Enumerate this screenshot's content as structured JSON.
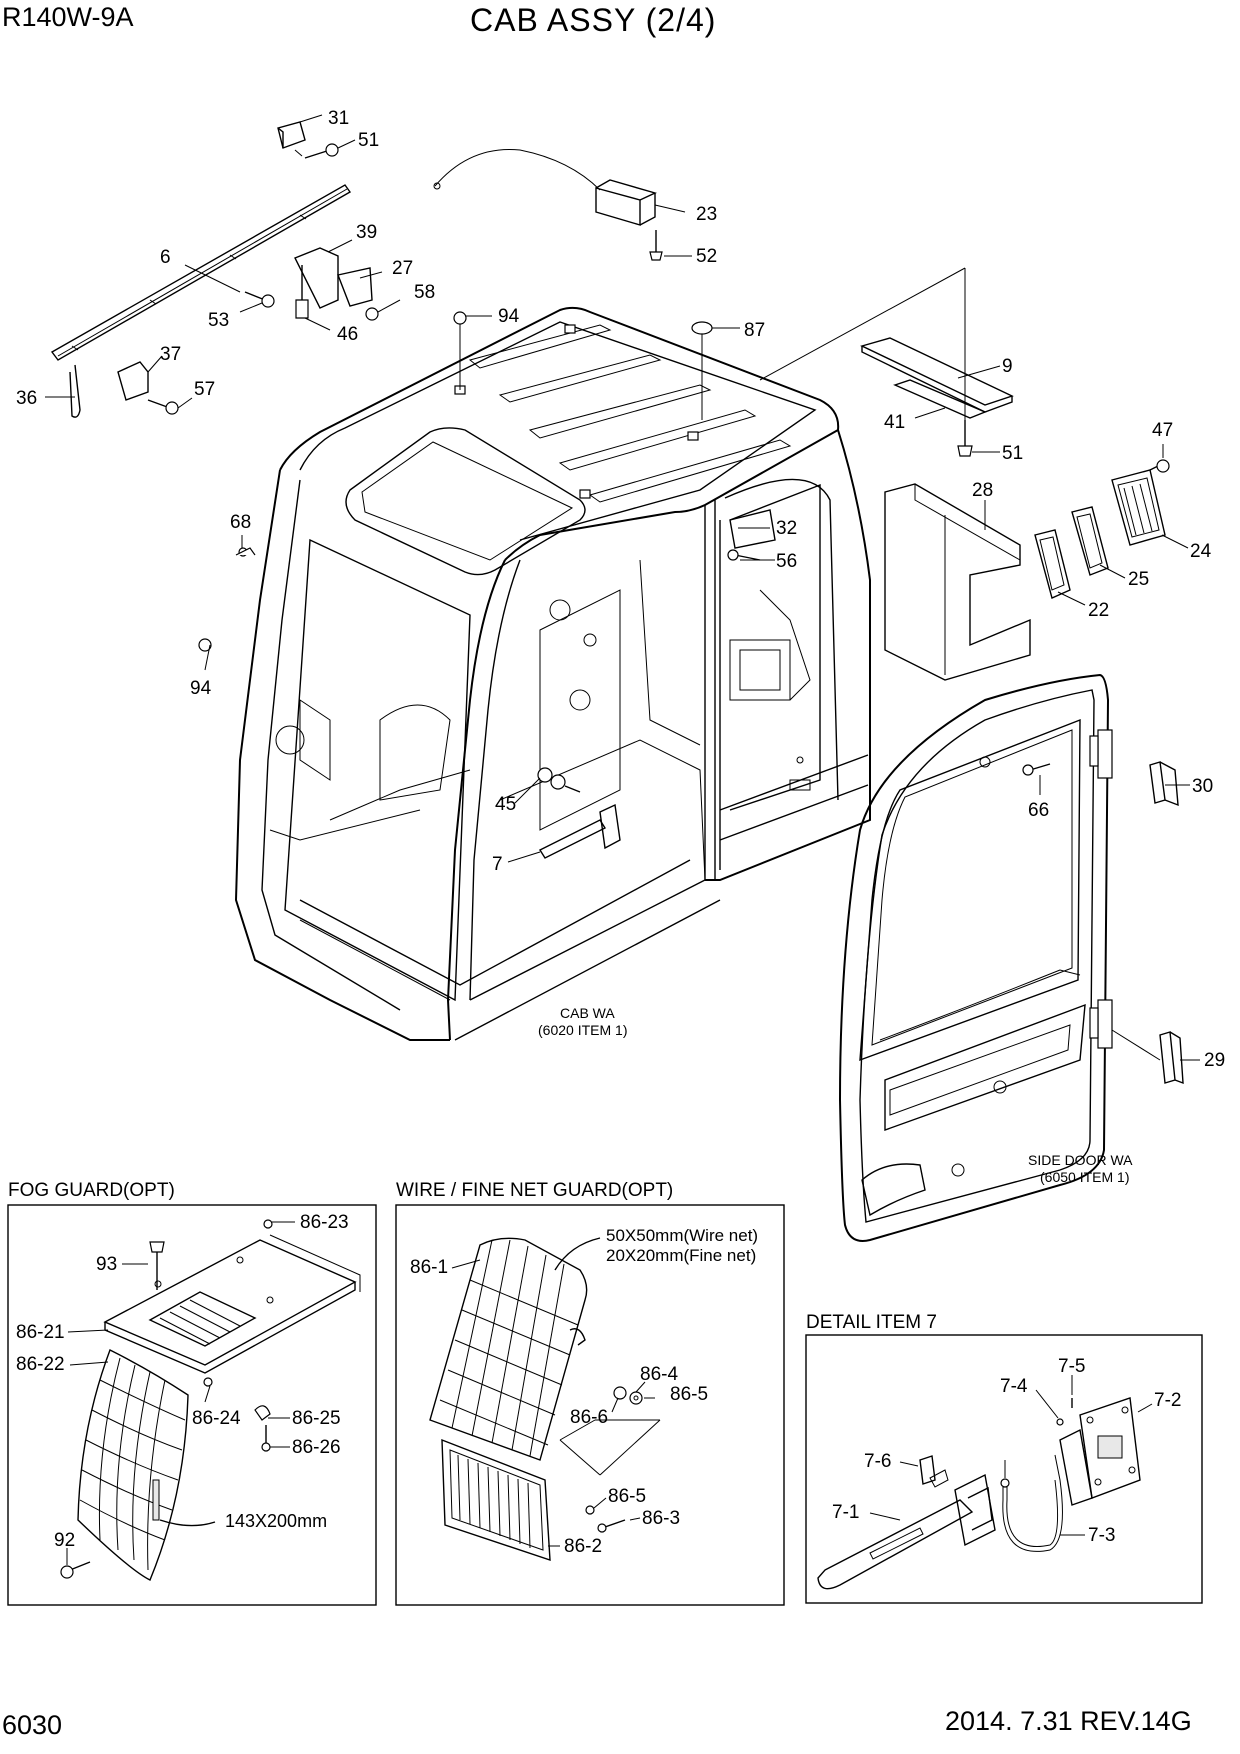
{
  "header": {
    "model": "R140W-9A",
    "title": "CAB ASSY (2/4)",
    "page_number": "6030",
    "revision": "2014. 7.31  REV.14G"
  },
  "main_view": {
    "callouts": [
      "31",
      "51",
      "23",
      "52",
      "6",
      "39",
      "27",
      "58",
      "53",
      "46",
      "94",
      "87",
      "9",
      "37",
      "57",
      "36",
      "41",
      "51",
      "47",
      "28",
      "24",
      "68",
      "32",
      "56",
      "25",
      "22",
      "94",
      "30",
      "66",
      "45",
      "7",
      "29"
    ],
    "cab_label": [
      "CAB WA",
      "(6020 ITEM 1)"
    ],
    "door_label": [
      "SIDE DOOR WA",
      "(6050 ITEM 1)"
    ]
  },
  "fog_guard": {
    "title": "FOG GUARD(OPT)",
    "callouts": [
      "86-23",
      "93",
      "86-21",
      "86-22",
      "86-24",
      "86-25",
      "86-26",
      "92"
    ],
    "dimension": "143X200mm"
  },
  "wire_guard": {
    "title": "WIRE / FINE NET GUARD(OPT)",
    "callouts": [
      "86-1",
      "86-4",
      "86-5",
      "86-6",
      "86-5",
      "86-3",
      "86-2"
    ],
    "notes": [
      "50X50mm(Wire net)",
      "20X20mm(Fine net)"
    ]
  },
  "detail_7": {
    "title": "DETAIL ITEM 7",
    "callouts": [
      "7-5",
      "7-4",
      "7-2",
      "7-6",
      "7-1",
      "7-3"
    ]
  }
}
